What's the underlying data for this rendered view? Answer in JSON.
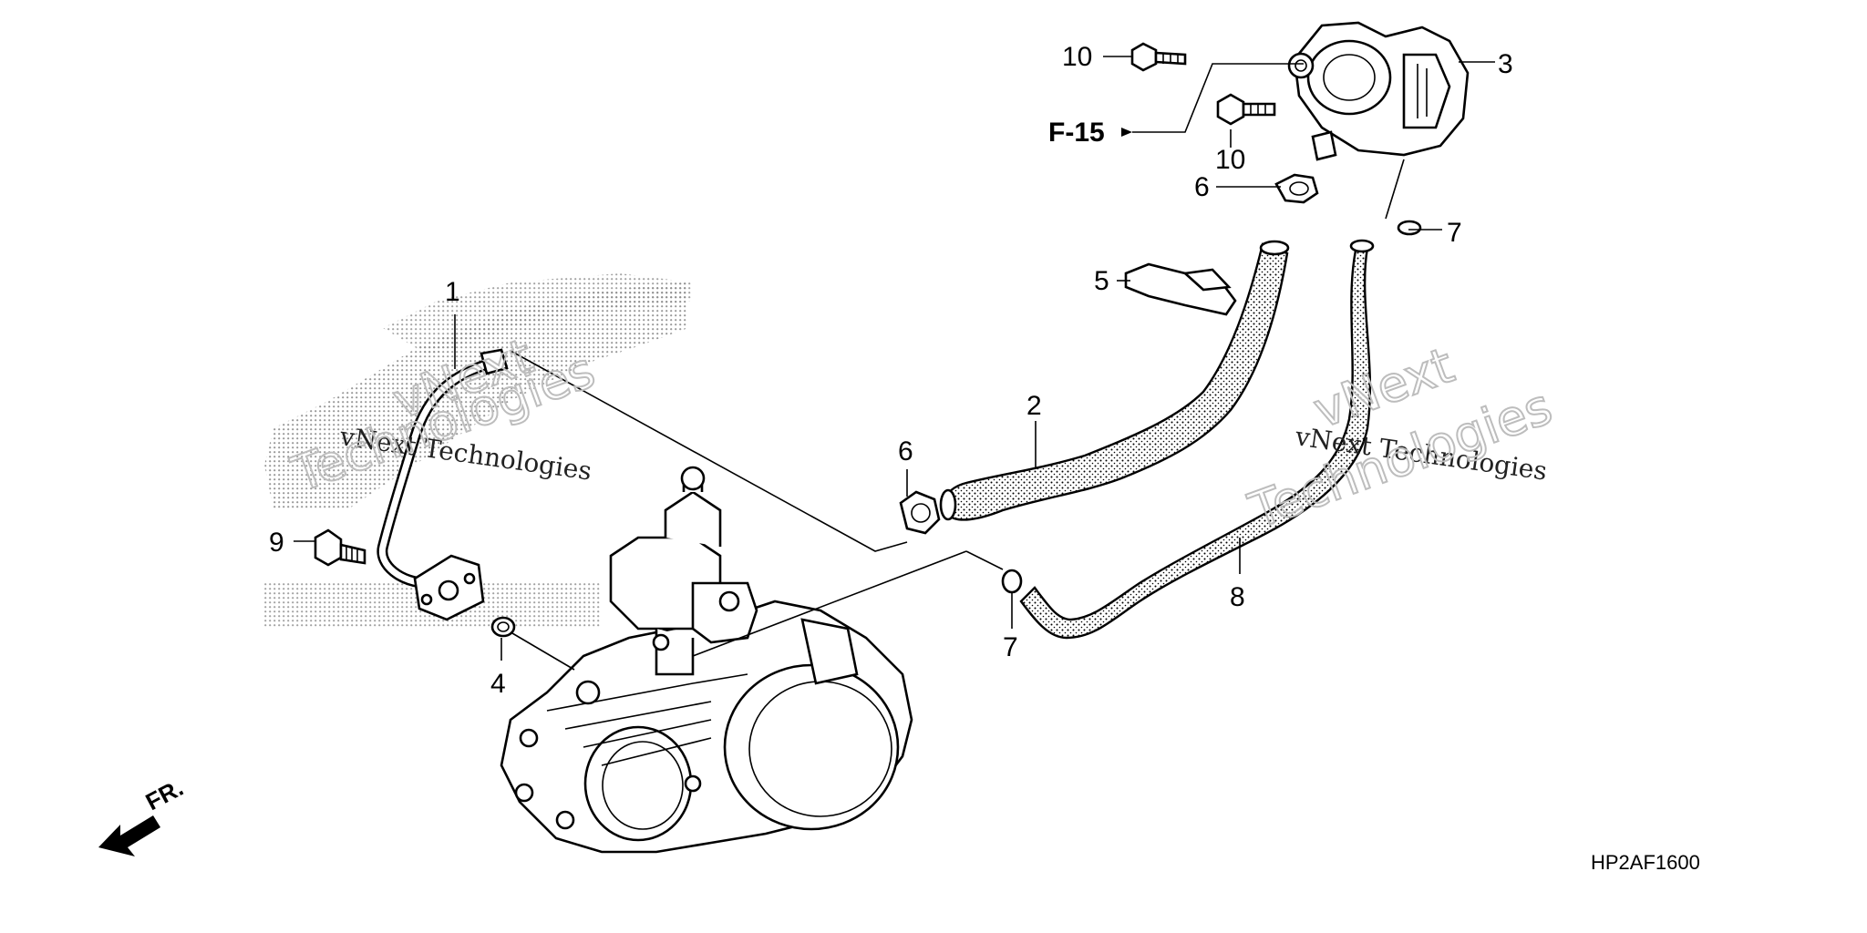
{
  "callouts": {
    "c1": "1",
    "c2": "2",
    "c3": "3",
    "c4": "4",
    "c5": "5",
    "c6a": "6",
    "c6b": "6",
    "c7a": "7",
    "c7b": "7",
    "c8": "8",
    "c9": "9",
    "c10a": "10",
    "c10b": "10"
  },
  "reference": "F-15",
  "direction_label": "FR.",
  "diagram_code": "HP2AF1600",
  "watermarks": {
    "left_small": "vNext Technologies",
    "left_big_1": "vNext",
    "left_big_2": "Technologies",
    "right_small": "vNext Technologies",
    "right_big_1": "vNext",
    "right_big_2": "Technologies"
  }
}
